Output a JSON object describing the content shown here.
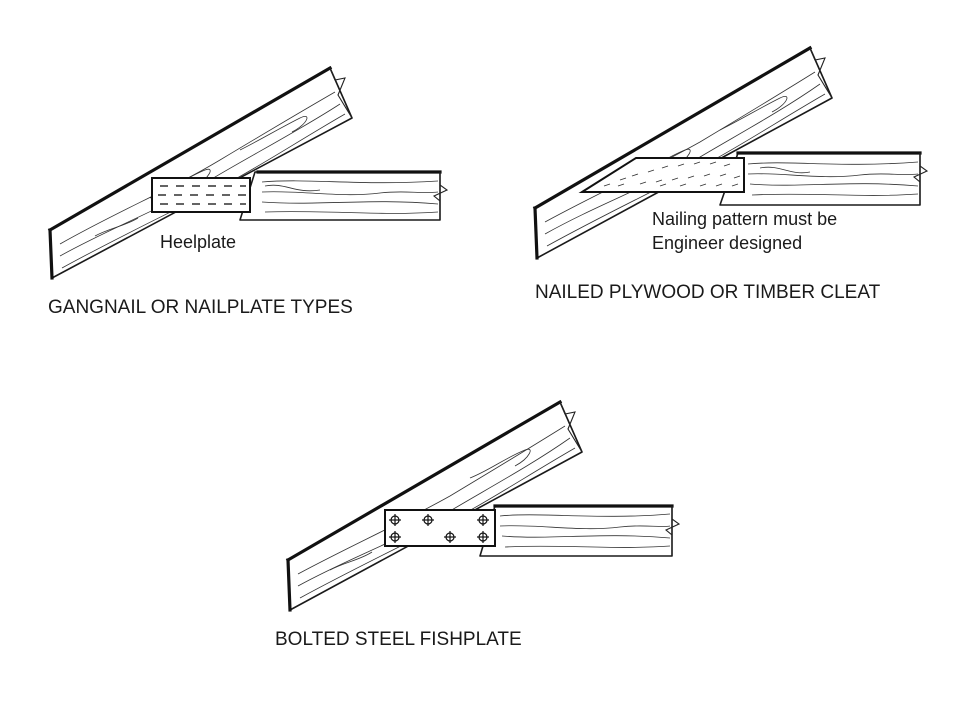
{
  "panels": [
    {
      "id": "gangnail",
      "caption": "GANGNAIL OR NAILPLATE TYPES",
      "note": "Heelplate"
    },
    {
      "id": "plywood",
      "caption": "NAILED PLYWOOD OR TIMBER CLEAT",
      "note_lines": [
        "Nailing pattern must be",
        "Engineer designed"
      ]
    },
    {
      "id": "fishplate",
      "caption": "BOLTED STEEL FISHPLATE"
    }
  ]
}
